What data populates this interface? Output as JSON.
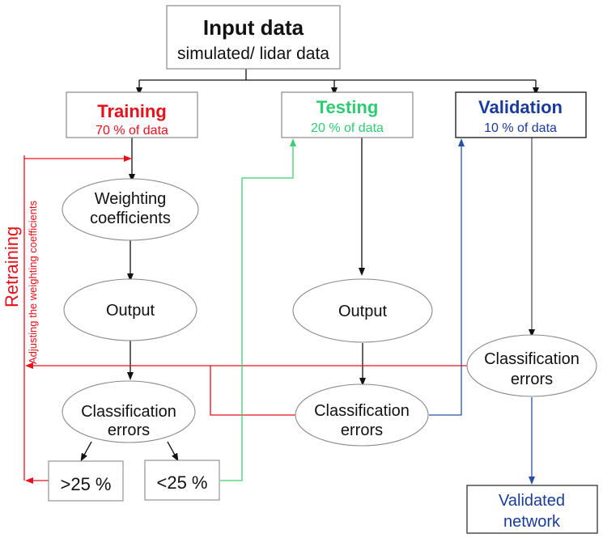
{
  "colors": {
    "training": "#e8101a",
    "testing": "#2ecc71",
    "validation": "#1a3a9c",
    "black": "#111111",
    "border_gray": "#8a8a8a",
    "retrain_line": "#e8101a",
    "test_line": "#3fcf74",
    "valid_line": "#2850a8"
  },
  "input": {
    "title": "Input data",
    "subtitle": "simulated/ lidar data"
  },
  "training": {
    "title": "Training",
    "subtitle": "70 % of data",
    "weighting": [
      "Weighting",
      "coefficients"
    ],
    "output": "Output",
    "errors": [
      "Classification",
      "errors"
    ],
    "above": ">25 %",
    "below": "<25 %"
  },
  "testing": {
    "title": "Testing",
    "subtitle": "20 % of data",
    "output": "Output",
    "errors": [
      "Classification",
      "errors"
    ]
  },
  "validation": {
    "title": "Validation",
    "subtitle": "10 % of data",
    "errors": [
      "Classification",
      "errors"
    ],
    "result": [
      "Validated",
      "network"
    ]
  },
  "retraining": {
    "label": "Retraining",
    "sublabel": "Adjusting the weighting coefficients"
  }
}
